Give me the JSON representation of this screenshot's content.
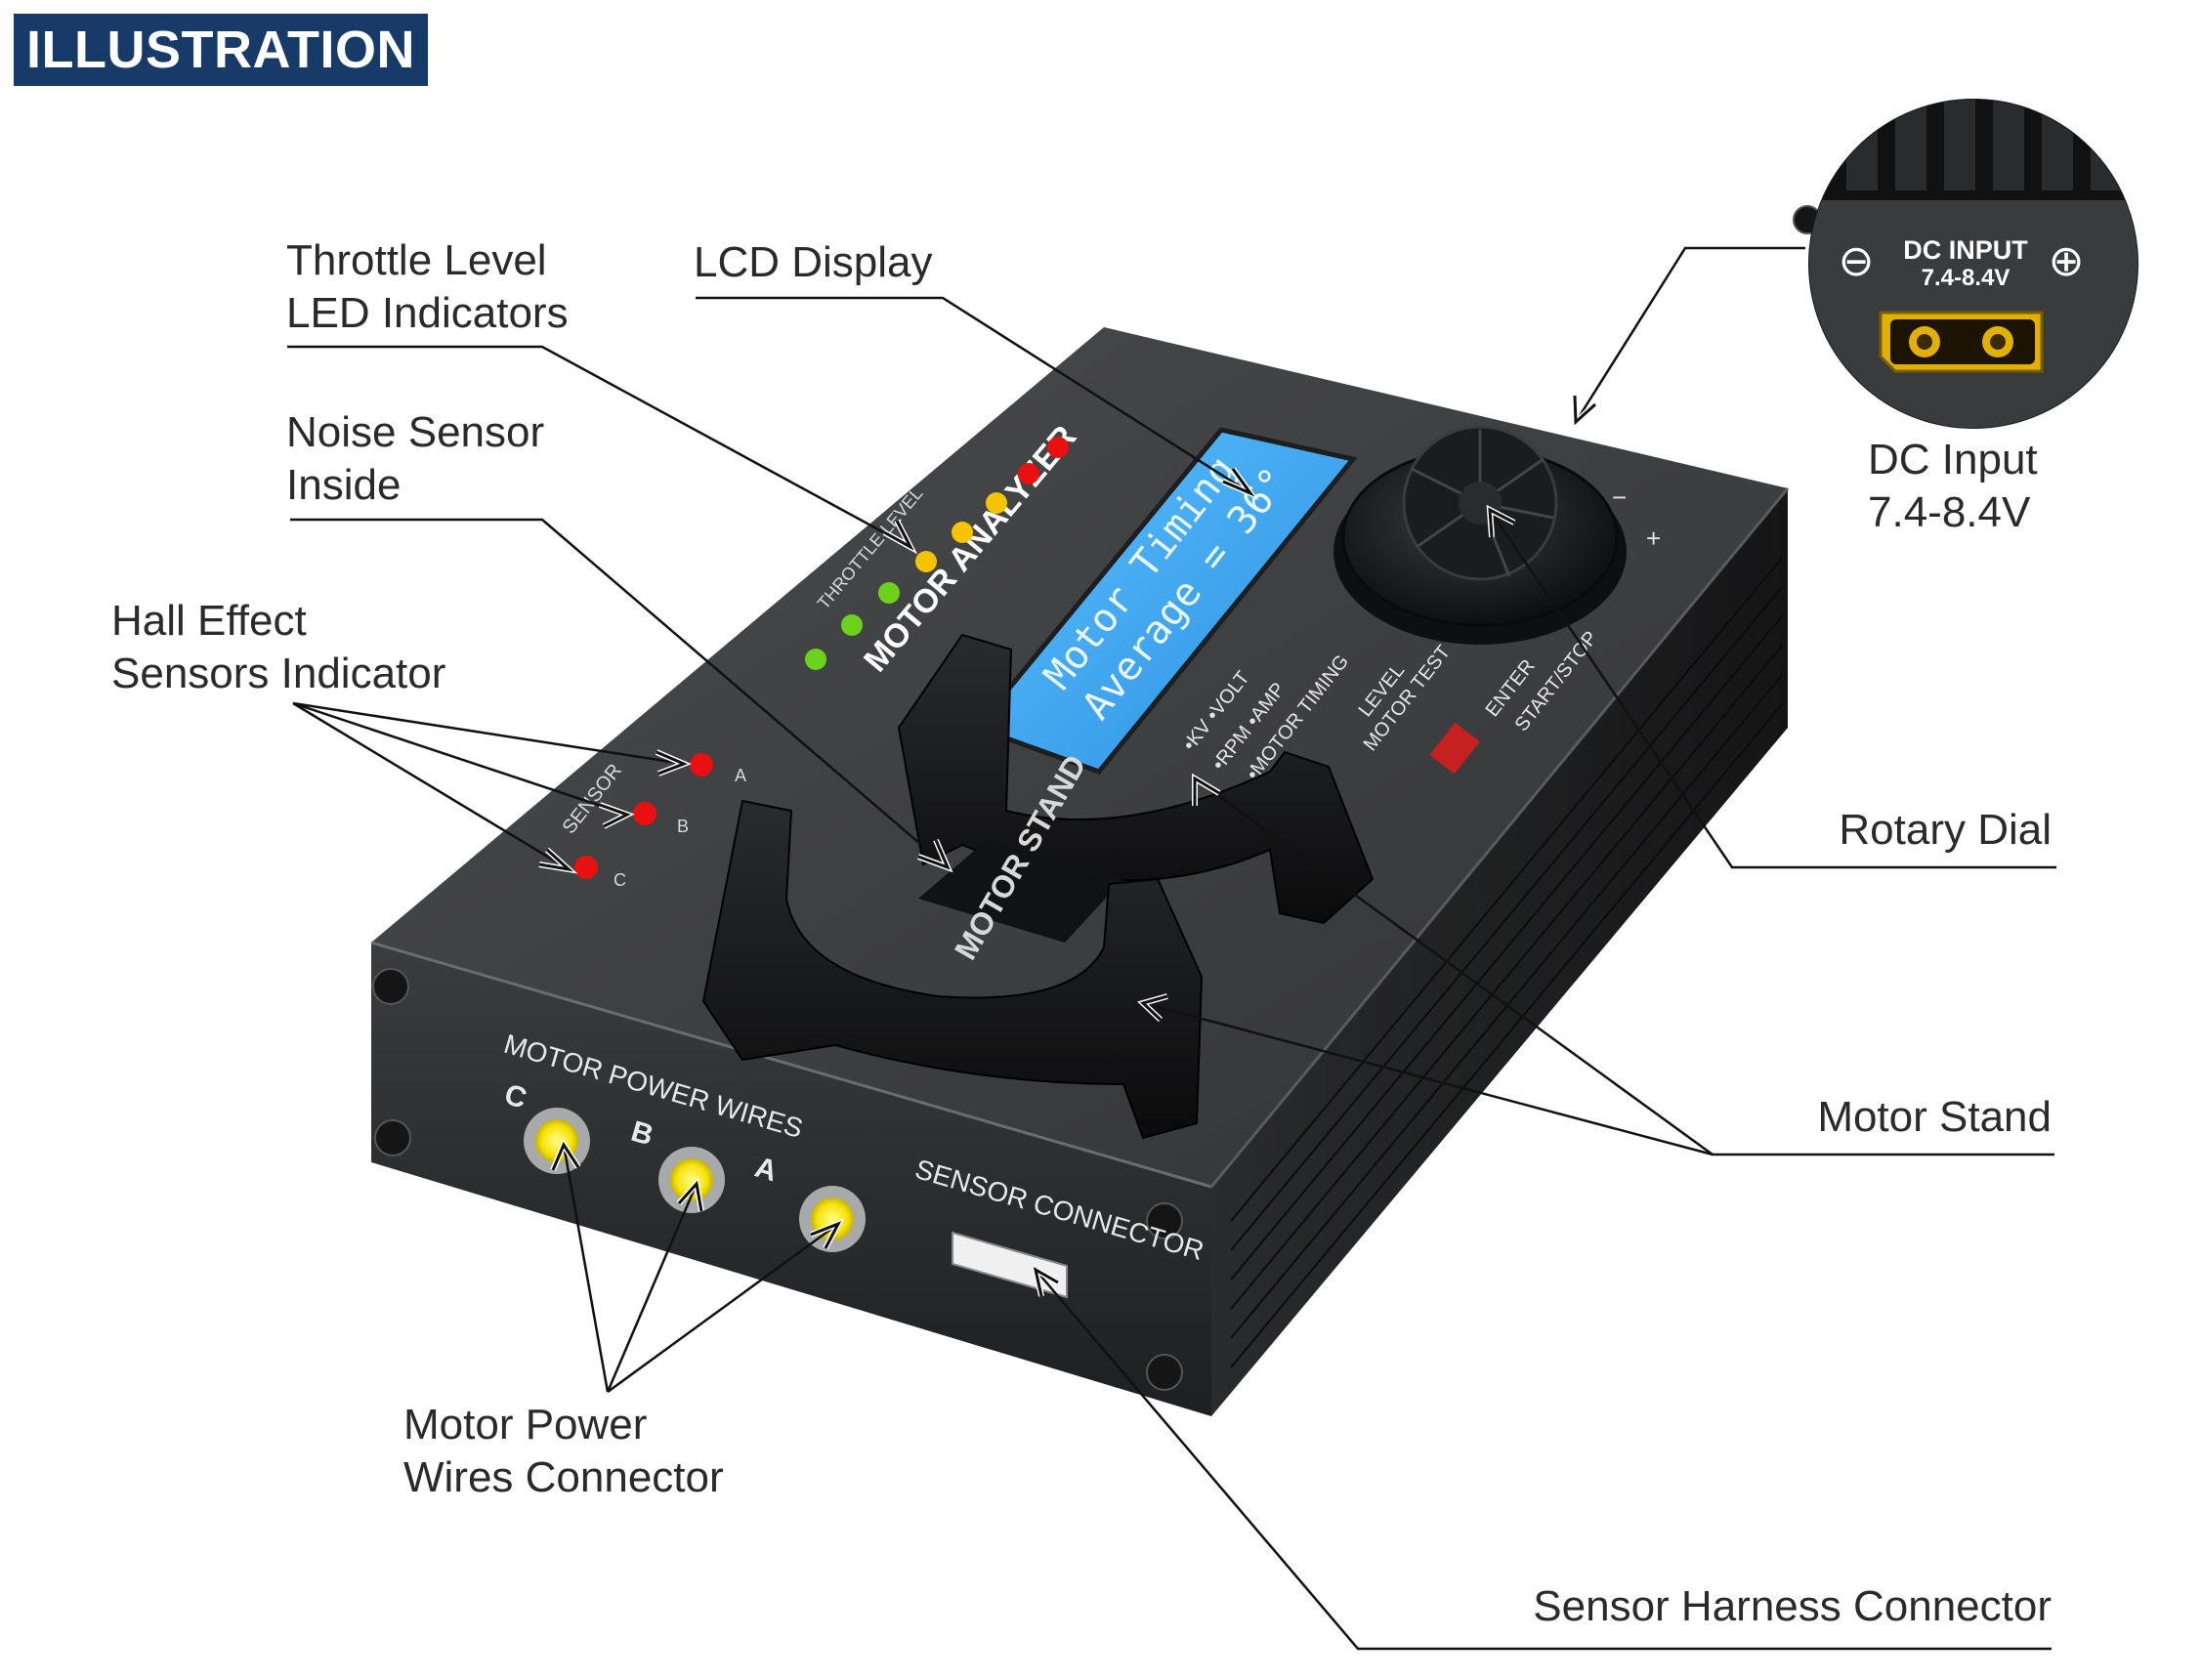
{
  "header": {
    "badge": "ILLUSTRATION"
  },
  "callouts": {
    "throttle": {
      "line1": "Throttle Level",
      "line2": "LED Indicators"
    },
    "lcd": "LCD Display",
    "noise": {
      "line1": "Noise Sensor",
      "line2": "Inside"
    },
    "hall": {
      "line1": "Hall Effect",
      "line2": "Sensors Indicator"
    },
    "dc_input": {
      "line1": "DC Input",
      "line2": "7.4-8.4V"
    },
    "rotary_dial": "Rotary Dial",
    "motor_stand": "Motor Stand",
    "power_wires": {
      "line1": "Motor Power",
      "line2": "Wires Connector"
    },
    "sensor_harness": "Sensor Harness Connector"
  },
  "device": {
    "brand_text": "MOTOR ANALYZER",
    "throttle_text": "THROTTLE LEVEL",
    "sensor_text": "SENSOR",
    "sensor_letters": [
      "A",
      "B",
      "C"
    ],
    "lcd_line1": "Motor Timing",
    "lcd_line2": "Average = 36°",
    "menu_left": [
      "•KV  •VOLT",
      "•RPM  •AMP",
      "•MOTOR TIMING",
      "LEVEL",
      "MOTOR TEST"
    ],
    "menu_right": [
      "ENTER",
      "START/STOP"
    ],
    "stand_text": "MOTOR STAND",
    "power_wires_title": "MOTOR POWER WIRES",
    "terminals": [
      "C",
      "B",
      "A"
    ],
    "sensor_connector_label": "SENSOR CONNECTOR",
    "dc_panel_title": "DC INPUT",
    "dc_panel_voltage": "7.4-8.4V",
    "dc_minus": "⊖",
    "dc_plus": "⊕",
    "dial_minus": "−",
    "dial_plus": "+"
  },
  "colors": {
    "badge": "#173a69",
    "lcd": "#3aa6ee",
    "led_green": "#6cd21c",
    "led_yellow": "#f5c400",
    "led_red": "#e81010",
    "terminal": "#f6e30a",
    "plug": "#e2b100"
  }
}
